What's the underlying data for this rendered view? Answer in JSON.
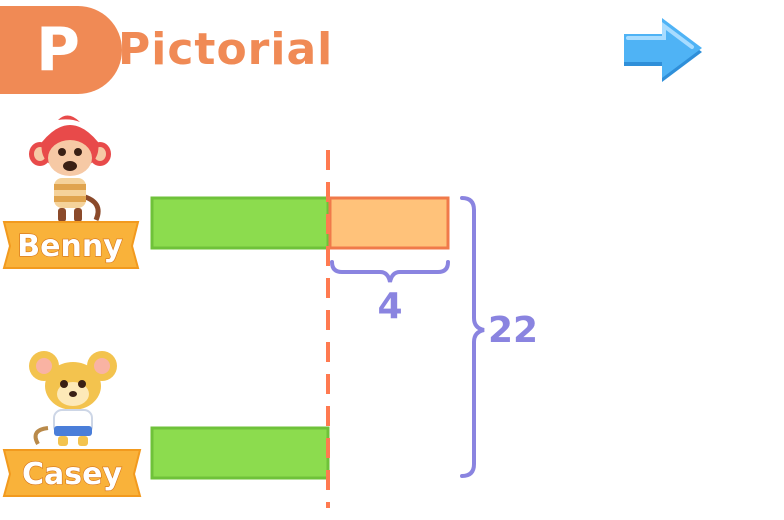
{
  "header": {
    "badge_letter": "P",
    "title": "Pictorial"
  },
  "characters": [
    {
      "name": "Benny",
      "icon": "monkey-icon"
    },
    {
      "name": "Casey",
      "icon": "mouse-icon"
    }
  ],
  "diagram": {
    "difference_label": "4",
    "total_label": "22"
  },
  "colors": {
    "accent": "#f08a55",
    "bar_green": "#8cdc4e",
    "bar_orange": "#ffc27a",
    "bracket": "#8a84e0",
    "dashed_line": "#ff7a50",
    "arrow": "#4fb3f5"
  }
}
